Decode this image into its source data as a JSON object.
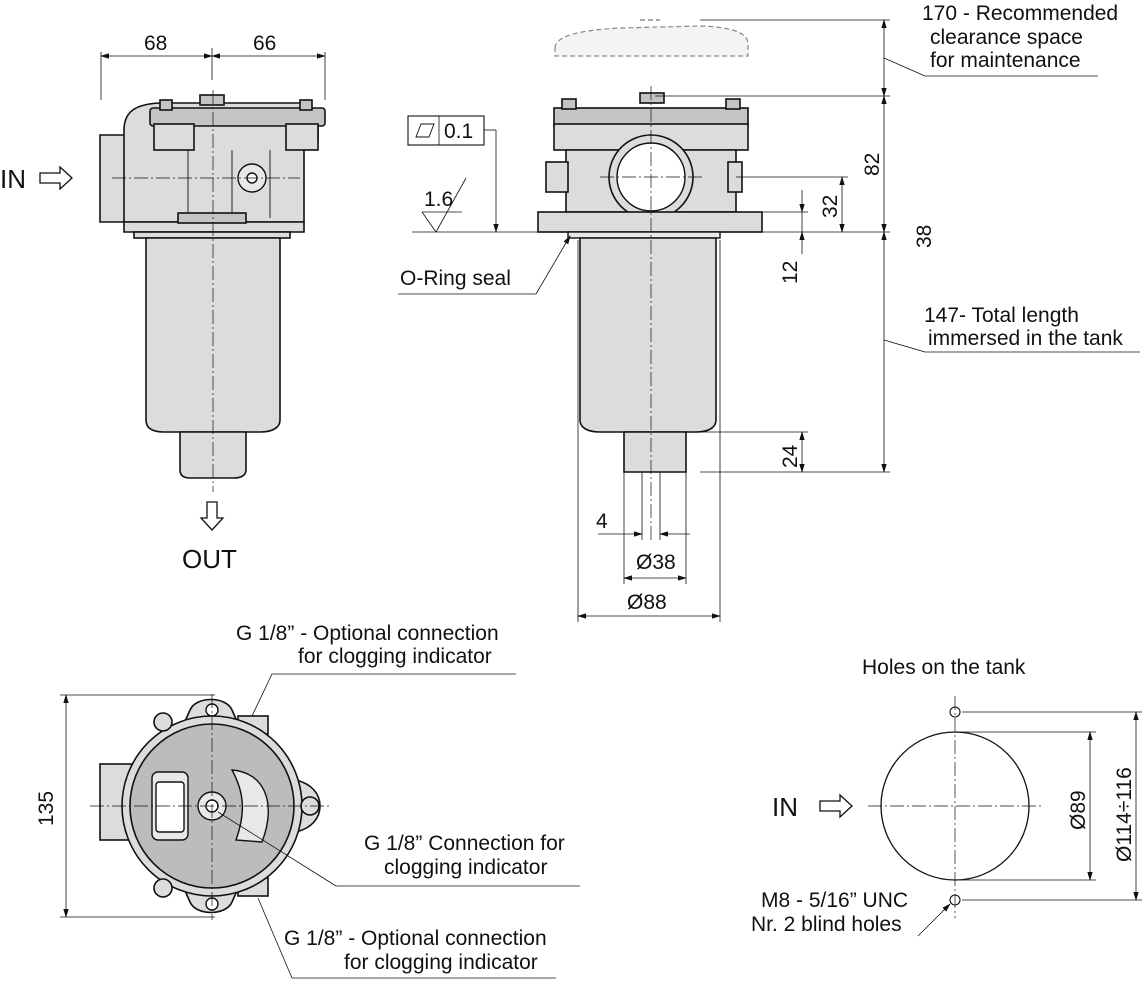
{
  "labels": {
    "in_front": "IN",
    "out": "OUT",
    "in_holes": "IN",
    "width_left": "68",
    "width_right": "66",
    "flatness_value": "0.1",
    "roughness": "1.6",
    "oring_seal": "O-Ring seal",
    "clearance_line1": "170 - Recommended",
    "clearance_line2": "clearance space",
    "clearance_line3": "for maintenance",
    "dim_82": "82",
    "dim_38": "38",
    "dim_32": "32",
    "dim_12": "12",
    "immersed_line1": "147- Total length",
    "immersed_line2": "immersed in the tank",
    "dim_24": "24",
    "dim_4": "4",
    "dia_38": "Ø38",
    "dia_88": "Ø88",
    "optional_top_line1": "G 1/8” - Optional connection",
    "optional_top_line2": "for clogging indicator",
    "dim_135": "135",
    "connection_line1": "G 1/8” Connection for",
    "connection_line2": "clogging indicator",
    "optional_bottom_line1": "G 1/8” - Optional connection",
    "optional_bottom_line2": "for clogging indicator",
    "holes_title": "Holes on the tank",
    "dia_89": "Ø89",
    "dia_114_116": "Ø114÷116",
    "holes_note_line1": "M8 - 5/16” UNC",
    "holes_note_line2": "Nr. 2 blind holes"
  },
  "colors": {
    "body_fill": "#dcdcdc",
    "line": "#111111"
  },
  "icons": [
    "flatness-symbol",
    "roughness-symbol",
    "flow-arrow-icon"
  ]
}
